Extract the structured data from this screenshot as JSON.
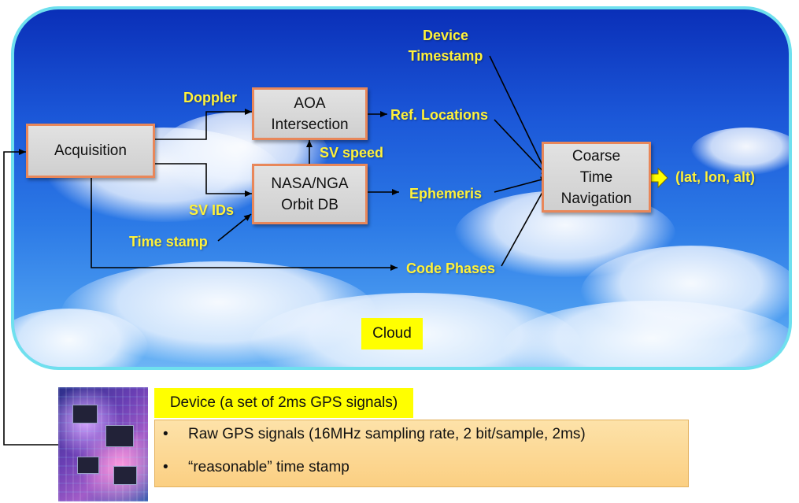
{
  "boxes": {
    "acquisition": "Acquisition",
    "aoa": "AOA\nIntersection",
    "orbit_db": "NASA/NGA\nOrbit DB",
    "coarse_nav": "Coarse\nTime\nNavigation"
  },
  "labels": {
    "doppler": "Doppler",
    "sv_speed": "SV speed",
    "sv_ids": "SV IDs",
    "time_stamp": "Time stamp",
    "ref_locations": "Ref. Locations",
    "ephemeris": "Ephemeris",
    "code_phases": "Code Phases",
    "device_timestamp": "Device\nTimestamp",
    "output": "(lat, lon, alt)"
  },
  "cloud_tag": "Cloud",
  "device": {
    "title": "Device (a set of 2ms GPS signals)",
    "bullet": "•",
    "items": [
      "Raw GPS signals  (16MHz sampling rate, 2 bit/sample, 2ms)",
      "“reasonable” time stamp"
    ]
  },
  "colors": {
    "box_border": "#e8875a",
    "label_yellow": "#fff23a",
    "panel_border": "#6fe0ee",
    "tag_yellow": "#ffff00",
    "list_fill": "#fbcf82"
  }
}
